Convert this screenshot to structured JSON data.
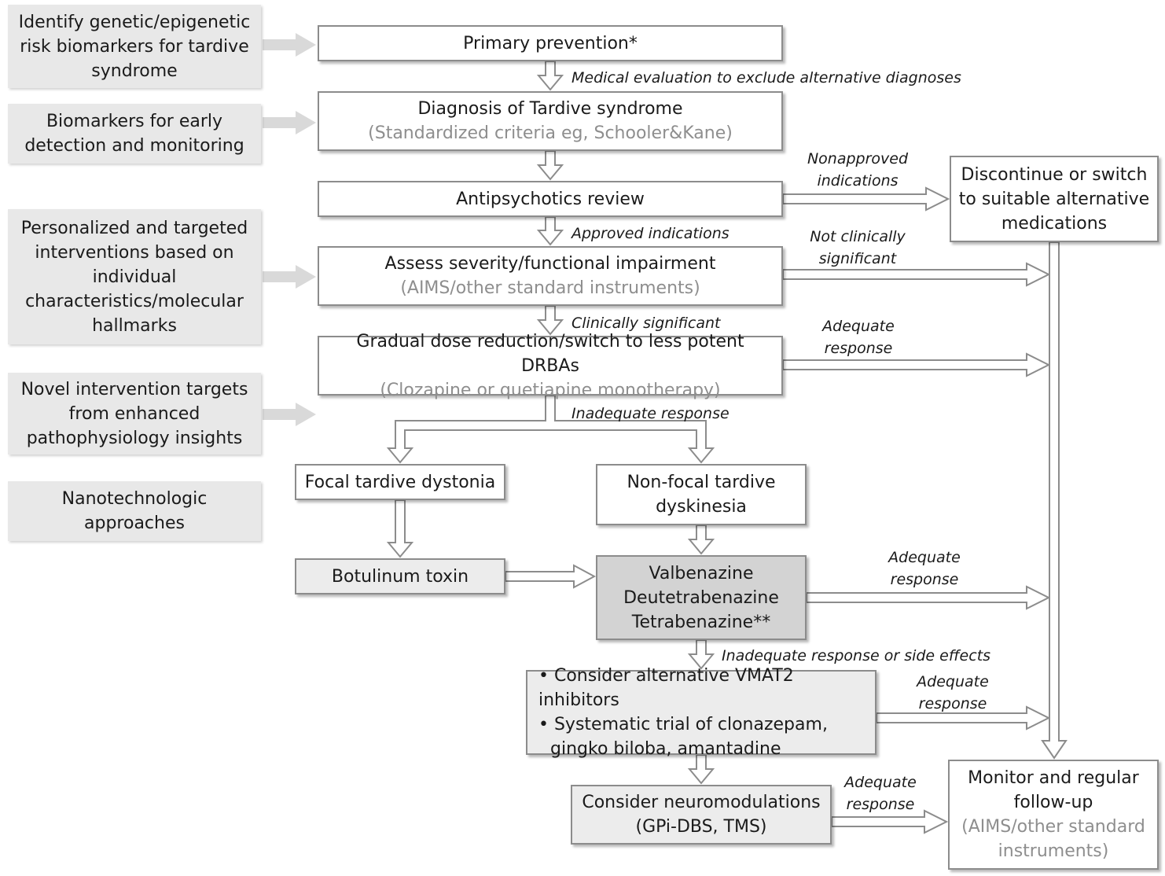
{
  "side_panels": [
    [
      "Identify genetic/epigenetic",
      "risk biomarkers for tardive",
      "syndrome"
    ],
    [
      "Biomarkers for early",
      "detection and monitoring"
    ],
    [
      "Personalized and targeted",
      "interventions based on",
      "individual",
      "characteristics/molecular",
      "hallmarks"
    ],
    [
      "Novel intervention targets",
      "from enhanced",
      "pathophysiology insights"
    ],
    [
      "Nanotechnologic",
      "approaches"
    ]
  ],
  "boxes": {
    "primary_prevention": {
      "title": "Primary prevention*"
    },
    "diagnosis": {
      "title": "Diagnosis of Tardive syndrome",
      "subtitle": "(Standardized criteria eg, Schooler&Kane)"
    },
    "antipsychotics_review": {
      "title": "Antipsychotics review"
    },
    "assess_severity": {
      "title": "Assess severity/functional impairment",
      "subtitle": "(AIMS/other standard instruments)"
    },
    "dose_reduction": {
      "title": "Gradual dose reduction/switch to less potent DRBAs",
      "subtitle": "(Clozapine or quetiapine monotherapy)"
    },
    "focal_dystonia": {
      "title": "Focal tardive dystonia"
    },
    "nonfocal_dyskinesia": {
      "lines": [
        "Non-focal tardive",
        "dyskinesia"
      ]
    },
    "botulinum": {
      "title": "Botulinum toxin"
    },
    "vmat2": {
      "lines": [
        "Valbenazine",
        "Deutetrabenazine",
        "Tetrabenazine**"
      ]
    },
    "alternatives": {
      "lines": [
        "• Consider alternative VMAT2 inhibitors",
        "• Systematic trial of clonazepam,",
        "gingko biloba, amantadine"
      ]
    },
    "neuromodulation": {
      "lines": [
        "Consider neuromodulations",
        "(GPi-DBS, TMS)"
      ]
    },
    "discontinue": {
      "lines": [
        "Discontinue or switch",
        "to suitable alternative",
        "medications"
      ]
    },
    "monitor": {
      "lines": [
        "Monitor and regular",
        "follow-up"
      ],
      "subtitle_lines": [
        "(AIMS/other standard",
        "instruments)"
      ]
    }
  },
  "labels": {
    "medical_evaluation": "Medical evaluation to exclude alternative diagnoses",
    "nonapproved": [
      "Nonapproved",
      "indications"
    ],
    "approved": "Approved indications",
    "not_clinically": [
      "Not clinically",
      "significant"
    ],
    "clinically_significant": "Clinically significant",
    "adequate": [
      "Adequate",
      "response"
    ],
    "inadequate": "Inadequate response",
    "inadequate_side_effects": "Inadequate response or side effects"
  }
}
